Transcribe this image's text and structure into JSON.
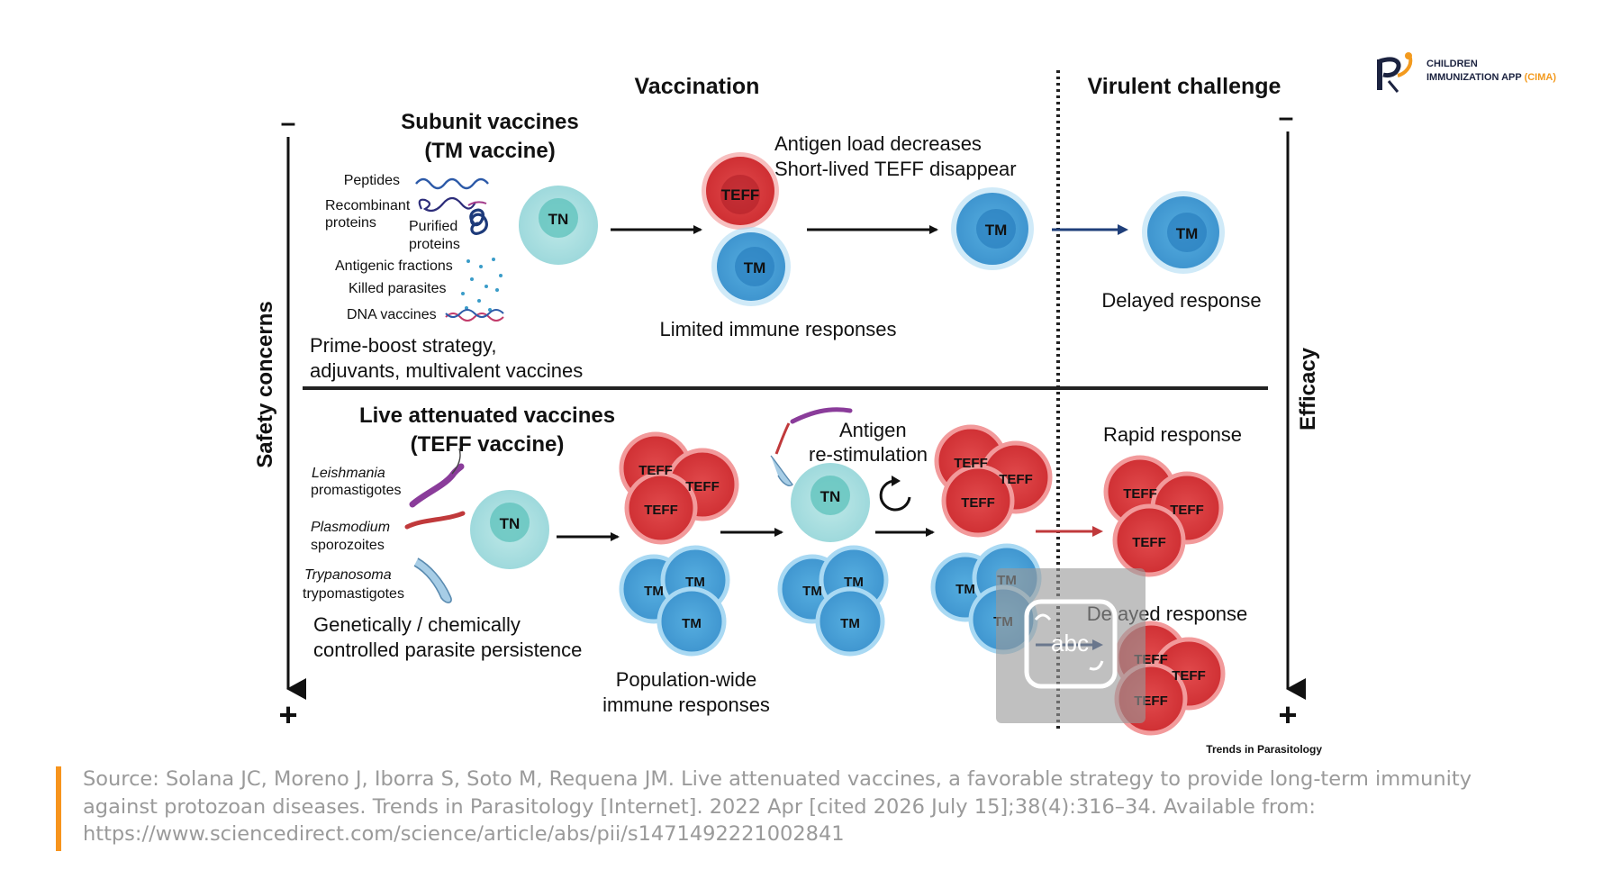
{
  "brand": {
    "line1": "CHILDREN",
    "line2_main": "IMMUNIZATION APP ",
    "line2_accent": "(CIMA)",
    "accent_color": "#f39a1e",
    "navy_color": "#1c2340"
  },
  "figure": {
    "header_vaccination": "Vaccination",
    "header_virulent": "Virulent challenge",
    "axis_left_label": "Safety concerns",
    "axis_right_label": "Efficacy",
    "axis_top_symbol": "–",
    "axis_bottom_symbol": "+",
    "cell_labels": {
      "tn": "TN",
      "tm": "TM",
      "teff": "TEFF"
    },
    "top": {
      "title_line1": "Subunit vaccines",
      "title_line2": "(TM vaccine)",
      "items": {
        "peptides": "Peptides",
        "recombinant_1": "Recombinant",
        "recombinant_2": "proteins",
        "purified_1": "Purified",
        "purified_2": "proteins",
        "antigenic": "Antigenic fractions",
        "killed": "Killed parasites",
        "dna": "DNA vaccines"
      },
      "strategy_line1": "Prime-boost strategy,",
      "strategy_line2": "adjuvants, multivalent vaccines",
      "antigen_line1": "Antigen load decreases",
      "antigen_line2": "Short-lived TEFF disappear",
      "limited": "Limited immune responses",
      "delayed": "Delayed response"
    },
    "bottom": {
      "title_line1": "Live attenuated vaccines",
      "title_line2": "(TEFF vaccine)",
      "leish_1": "Leishmania",
      "leish_2": "promastigotes",
      "plasmo_1": "Plasmodium",
      "plasmo_2": "sporozoites",
      "trypa_1": "Trypanosoma",
      "trypa_2": "trypomastigotes",
      "genetic_line1": "Genetically / chemically",
      "genetic_line2": "controlled parasite persistence",
      "population_line1": "Population-wide",
      "population_line2": "immune responses",
      "antigen_line1": "Antigen",
      "antigen_line2": "re-stimulation",
      "rapid": "Rapid response",
      "delayed": "De  ayed response"
    },
    "overlay_text": "abc",
    "journal": "Trends in Parasitology",
    "colors": {
      "tn_fill": "#b8e6e6",
      "tm_fill": "#4aa3d6",
      "teff_fill": "#d8353a",
      "arrow_dark": "#111111",
      "arrow_blue": "#1f3f7a",
      "arrow_red": "#c0393b"
    }
  },
  "source": {
    "text": "Source: Solana JC, Moreno J, Iborra S, Soto M, Requena JM. Live attenuated vaccines, a favorable strategy to provide long-term immunity against protozoan diseases. Trends in Parasitology [Internet]. 2022 Apr [cited 2026 July 15];38(4):316–34. Available from: https://www.sciencedirect.com/science/article/abs/pii/s1471492221002841",
    "bar_color": "#f7941d"
  }
}
